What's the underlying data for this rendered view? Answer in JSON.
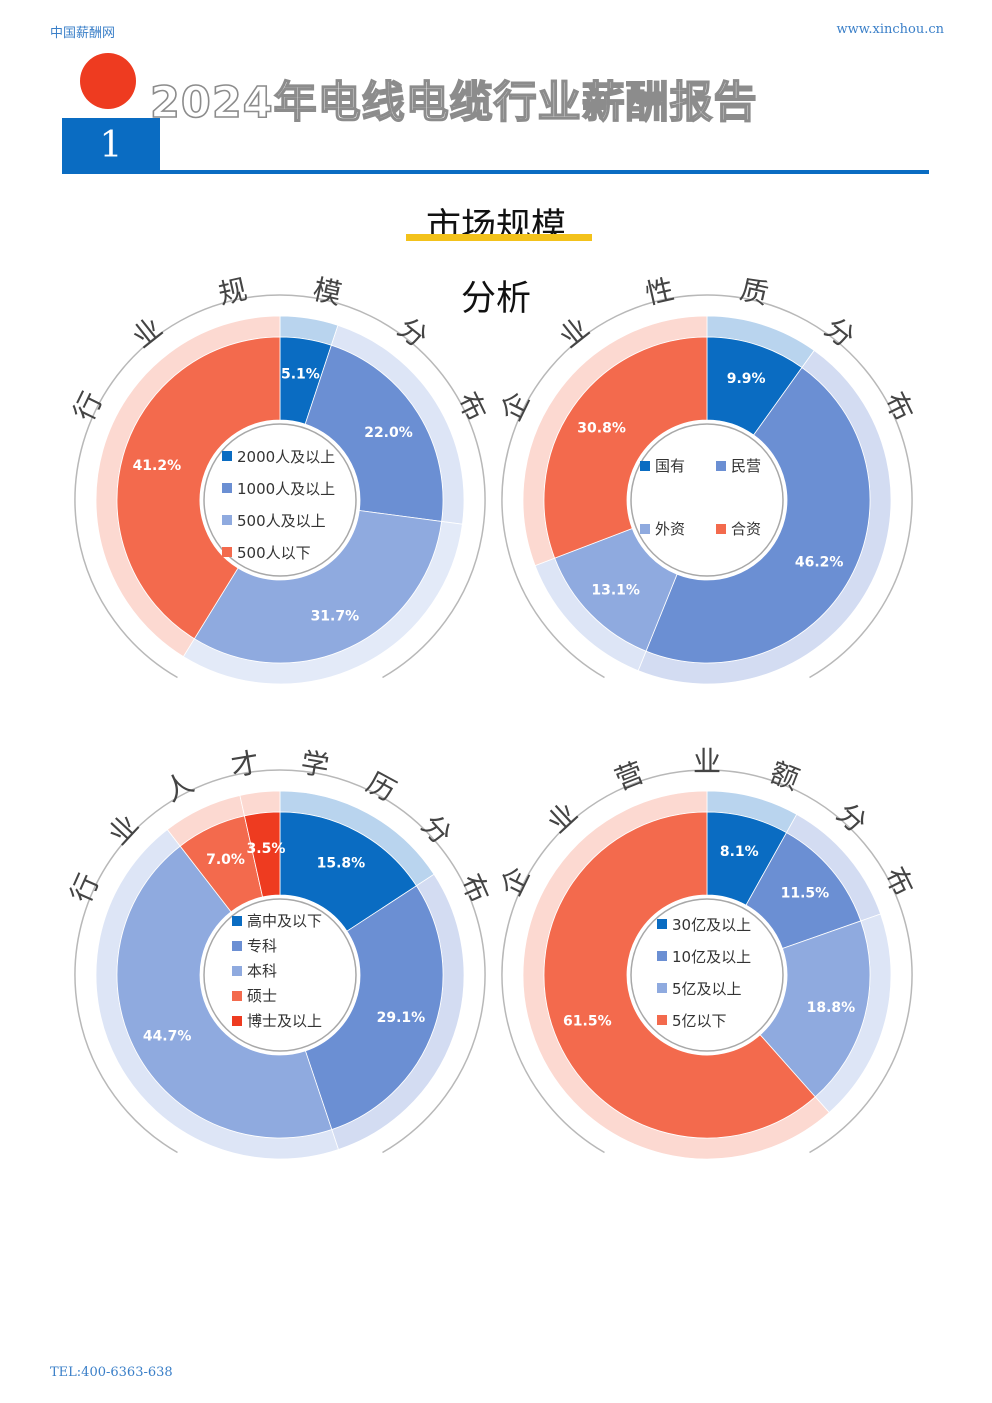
{
  "header": {
    "left": "中国薪酬网",
    "right": "www.xinchou.cn"
  },
  "title": "2024年电线电缆行业薪酬报告",
  "section_number": "1",
  "section_title": "市场规模",
  "section_subtitle": "分析",
  "footer": {
    "tel": "TEL:400-6363-638"
  },
  "colors": {
    "dark_blue": "#0a6cc2",
    "mid_blue": "#6b8fd3",
    "light_blue": "#8faadf",
    "red": "#f36a4d",
    "bright_red": "#ee3b20",
    "accent_yellow": "#f3c21b"
  },
  "chart_data": [
    {
      "type": "pie",
      "title": "行业规模分布",
      "categories": [
        "2000人及以上",
        "1000人及以上",
        "500人及以上",
        "500人以下"
      ],
      "values": [
        5.1,
        22.0,
        31.7,
        41.2
      ],
      "labels": [
        "5.1%",
        "22.0%",
        "31.7%",
        "41.2%"
      ]
    },
    {
      "type": "pie",
      "title": "企业性质分布",
      "categories": [
        "国有",
        "民营",
        "外资",
        "合资"
      ],
      "values": [
        9.9,
        46.2,
        13.1,
        30.8
      ],
      "labels": [
        "9.9%",
        "46.2%",
        "13.1%",
        "30.8%"
      ]
    },
    {
      "type": "pie",
      "title": "行业人才学历分布",
      "categories": [
        "高中及以下",
        "专科",
        "本科",
        "硕士",
        "博士及以上"
      ],
      "values": [
        15.8,
        29.1,
        44.7,
        7.0,
        3.5
      ],
      "labels": [
        "15.8%",
        "29.1%",
        "44.7%",
        "7.0%",
        "3.5%"
      ]
    },
    {
      "type": "pie",
      "title": "企业营业额分布",
      "categories": [
        "30亿及以上",
        "10亿及以上",
        "5亿及以上",
        "5亿以下"
      ],
      "values": [
        8.1,
        11.5,
        18.8,
        61.5
      ],
      "labels": [
        "8.1%",
        "11.5%",
        "18.8%",
        "61.5%"
      ]
    }
  ]
}
